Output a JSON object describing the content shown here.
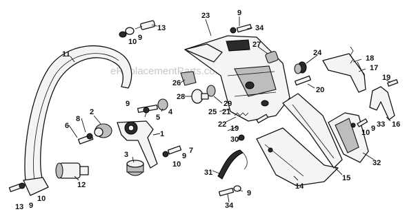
{
  "watermark": "eReplacementParts.com",
  "callouts": {
    "c1": "1",
    "c2": "2",
    "c3": "3",
    "c4": "4",
    "c5": "5",
    "c6": "6",
    "c7": "7",
    "c8": "8",
    "c9a": "9",
    "c9b": "9",
    "c9c": "9",
    "c9d": "9",
    "c9e": "9",
    "c9f": "9",
    "c9g": "9",
    "c10a": "10",
    "c10b": "10",
    "c10c": "10",
    "c10d": "10",
    "c11": "11",
    "c12": "12",
    "c13a": "13",
    "c13b": "13",
    "c14": "14",
    "c15": "15",
    "c16": "16",
    "c17": "17",
    "c18": "18",
    "c19a": "19",
    "c19b": "19",
    "c20": "20",
    "c21": "21",
    "c22": "22",
    "c23": "23",
    "c24": "24",
    "c25": "25",
    "c26": "26",
    "c27": "27",
    "c28": "28",
    "c29": "29",
    "c30": "30",
    "c31": "31",
    "c32": "32",
    "c33": "33",
    "c34a": "34",
    "c34b": "34"
  }
}
